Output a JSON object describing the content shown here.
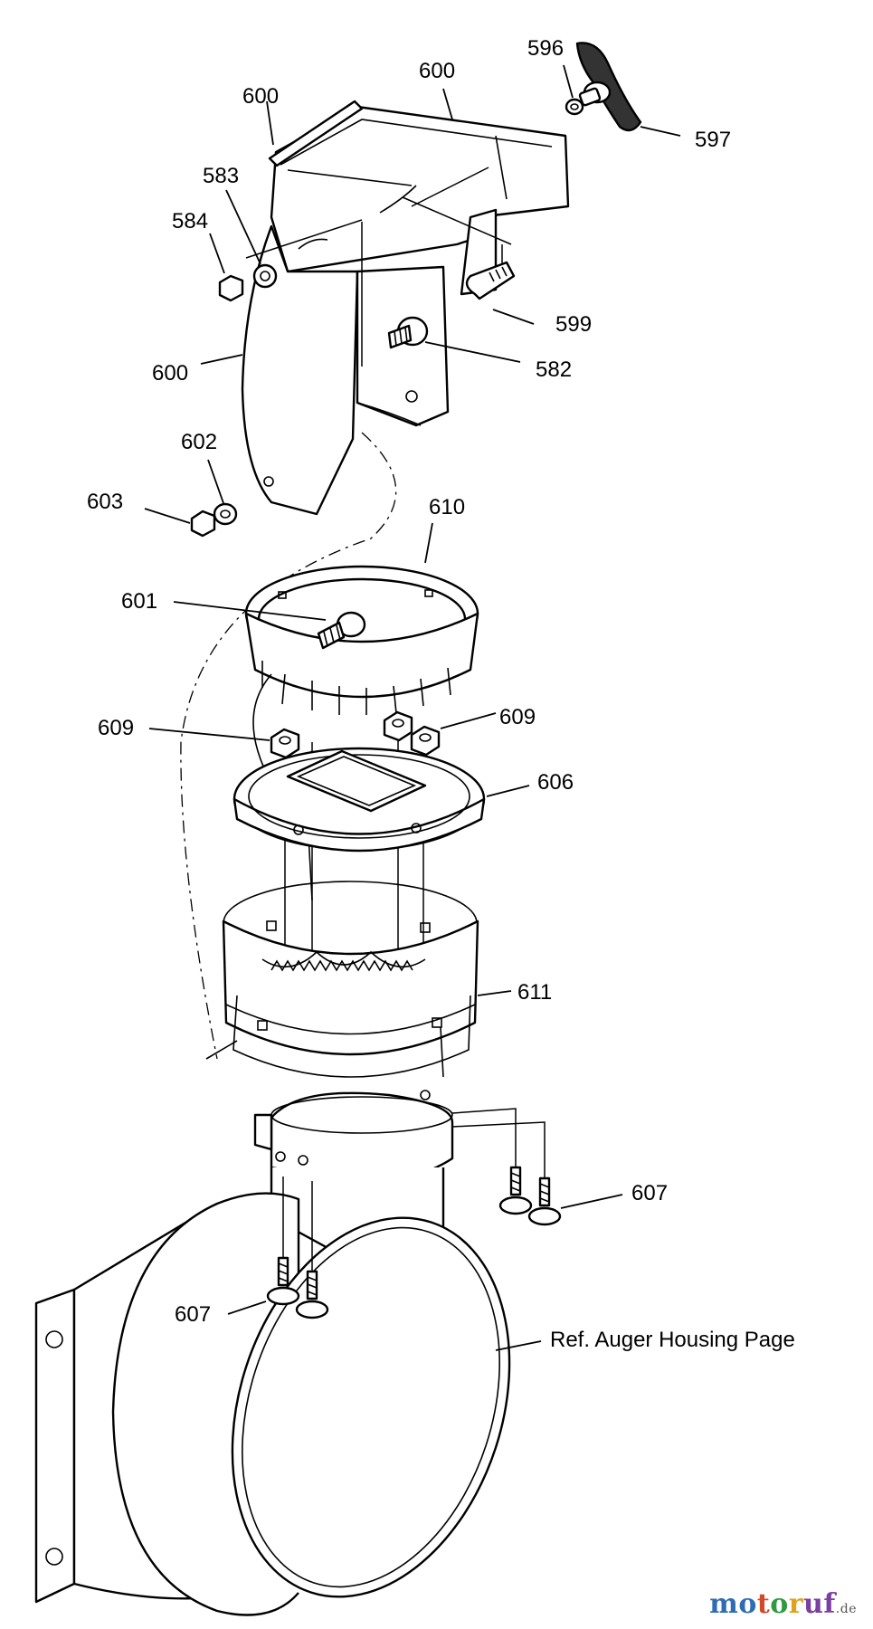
{
  "callouts": {
    "c596": "596",
    "c600_top": "600",
    "c600_left": "600",
    "c583": "583",
    "c584": "584",
    "c597": "597",
    "c599": "599",
    "c582": "582",
    "c600_mid": "600",
    "c602": "602",
    "c603": "603",
    "c610": "610",
    "c601": "601",
    "c609_left": "609",
    "c609_right": "609",
    "c606": "606",
    "c611": "611",
    "c607_right": "607",
    "c607_left": "607",
    "ref_auger": "Ref. Auger Housing Page"
  },
  "watermark": {
    "p1": "mo",
    "p2": "t",
    "p3": "o",
    "p4": "r",
    "p5": "uf",
    "tld": ".de"
  }
}
